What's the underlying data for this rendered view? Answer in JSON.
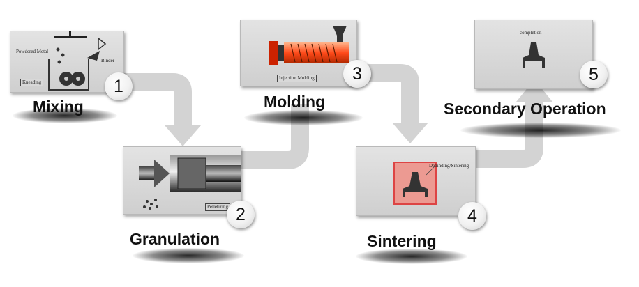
{
  "steps": [
    {
      "number": "1",
      "title": "Mixing",
      "labels": {
        "powder": "Powdered Metal",
        "binder": "Binder",
        "tag": "Kneading"
      }
    },
    {
      "number": "2",
      "title": "Granulation",
      "labels": {
        "tag": "Pelletizing"
      }
    },
    {
      "number": "3",
      "title": "Molding",
      "labels": {
        "tag": "Injection Molding"
      }
    },
    {
      "number": "4",
      "title": "Sintering",
      "labels": {
        "tag": "Debinding/Sintering"
      }
    },
    {
      "number": "5",
      "title": "Secondary Operation",
      "labels": {
        "tag": "completion"
      }
    }
  ],
  "colors": {
    "arrow": "#d3d3d3",
    "panel": "#d6d6d6",
    "heat": "#ff5a2a",
    "sinter": "#e88"
  }
}
